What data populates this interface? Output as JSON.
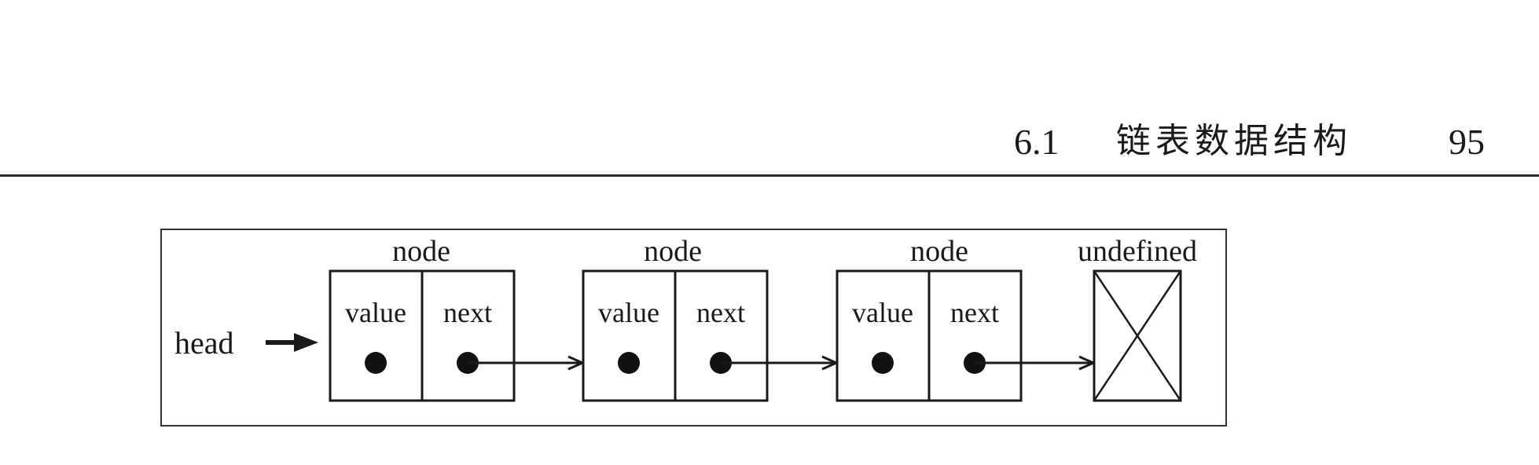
{
  "header": {
    "section_number": "6.1",
    "section_title": "链表数据结构",
    "page_number": "95"
  },
  "diagram": {
    "head_label": "head",
    "nodes": [
      {
        "label": "node",
        "value_label": "value",
        "next_label": "next"
      },
      {
        "label": "node",
        "value_label": "value",
        "next_label": "next"
      },
      {
        "label": "node",
        "value_label": "value",
        "next_label": "next"
      }
    ],
    "terminal_label": "undefined"
  }
}
